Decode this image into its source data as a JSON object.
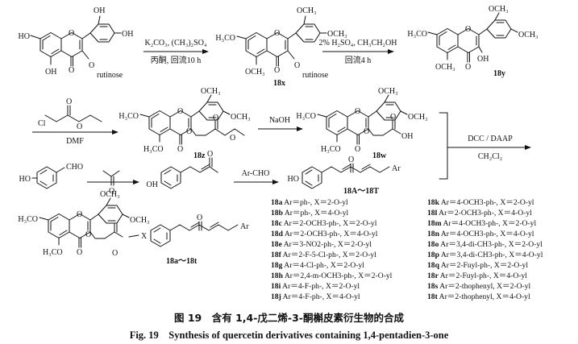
{
  "reagents": {
    "step1_top": "K₂CO₃, (CH₃)₂SO₄",
    "step1_bottom": "丙酮, 回流10 h",
    "step2_top": "2% H₂SO₄, CH₃CH₂OH",
    "step2_bottom": "回流4 h",
    "step3_bottom": "DMF",
    "step4_top": "NaOH",
    "step5_top": "DCC / DAAP",
    "step5_bottom": "CH₂Cl₂",
    "step6_top": "Ar-CHO"
  },
  "atoms": {
    "oh": "OH",
    "ho": "HO",
    "och3": "OCH₃",
    "h3co": "H₃CO",
    "o": "O",
    "rutinose": "rutinose",
    "cl": "Cl",
    "cho": "CHO",
    "x": "X",
    "ar": "Ar",
    "oh_sub": "OH"
  },
  "compound_labels": {
    "c18x": "18x",
    "c18y": "18y",
    "c18z": "18z",
    "c18w": "18w",
    "c18AT": "18A～18T",
    "c18at": "18a～18t"
  },
  "substituents_left": [
    {
      "id": "18a",
      "text": "Ar＝ph-, X＝2-O-yl"
    },
    {
      "id": "18b",
      "text": "Ar＝ph-, X＝4-O-yl"
    },
    {
      "id": "18c",
      "text": "Ar＝2-OCH3-ph-, X＝2-O-yl"
    },
    {
      "id": "18d",
      "text": "Ar＝2-OCH3-ph-, X＝4-O-yl"
    },
    {
      "id": "18e",
      "text": "Ar＝3-NO2-ph-, X＝2-O-yl"
    },
    {
      "id": "18f",
      "text": "Ar＝2-F-5-Cl-ph-, X＝2-O-yl"
    },
    {
      "id": "18g",
      "text": "Ar＝4-Cl-ph-, X＝2-O-yl"
    },
    {
      "id": "18h",
      "text": "Ar＝2,4-m-OCH3-ph-, X＝2-O-yl"
    },
    {
      "id": "18i",
      "text": "Ar＝4-F-ph-, X＝2-O-yl"
    },
    {
      "id": "18j",
      "text": "Ar＝4-F-ph-, X＝4-O-yl"
    }
  ],
  "substituents_right": [
    {
      "id": "18k",
      "text": "Ar＝4-OCH3-ph-, X＝2-O-yl"
    },
    {
      "id": "18l",
      "text": "Ar＝2-OCH3-ph-, X＝4-O-yl"
    },
    {
      "id": "18m",
      "text": "Ar＝4-OCH3-ph-, X＝2-O-yl"
    },
    {
      "id": "18n",
      "text": "Ar＝4-OCH3-ph-, X＝4-O-yl"
    },
    {
      "id": "18o",
      "text": "Ar＝3,4-di-CH3-ph-, X＝2-O-yl"
    },
    {
      "id": "18p",
      "text": "Ar＝3,4-di-CH3-ph-, X＝4-O-yl"
    },
    {
      "id": "18q",
      "text": "Ar＝2-Fuyl-ph-, X＝2-O-yl"
    },
    {
      "id": "18r",
      "text": "Ar＝2-Fuyl-ph-, X＝4-O-yl"
    },
    {
      "id": "18s",
      "text": "Ar＝2-thophenyl, X＝2-O-yl"
    },
    {
      "id": "18t",
      "text": "Ar＝2-thophenyl, X＝4-O-yl"
    }
  ],
  "caption": {
    "cn": "图 19　含有 1,4-戊二烯-3-酮槲皮素衍生物的合成",
    "en": "Fig. 19　Synthesis of quercetin derivatives containing 1,4-pentadien-3-one"
  }
}
